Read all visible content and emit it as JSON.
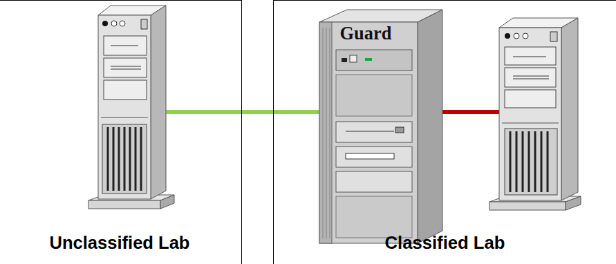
{
  "diagram": {
    "nodes": [
      {
        "text": [
          "Unclassified Lab"
        ]
      },
      {
        "text": [
          "Classified Lab"
        ]
      },
      {
        "text": [
          "Guard"
        ],
        "in": 1
      }
    ]
  }
}
